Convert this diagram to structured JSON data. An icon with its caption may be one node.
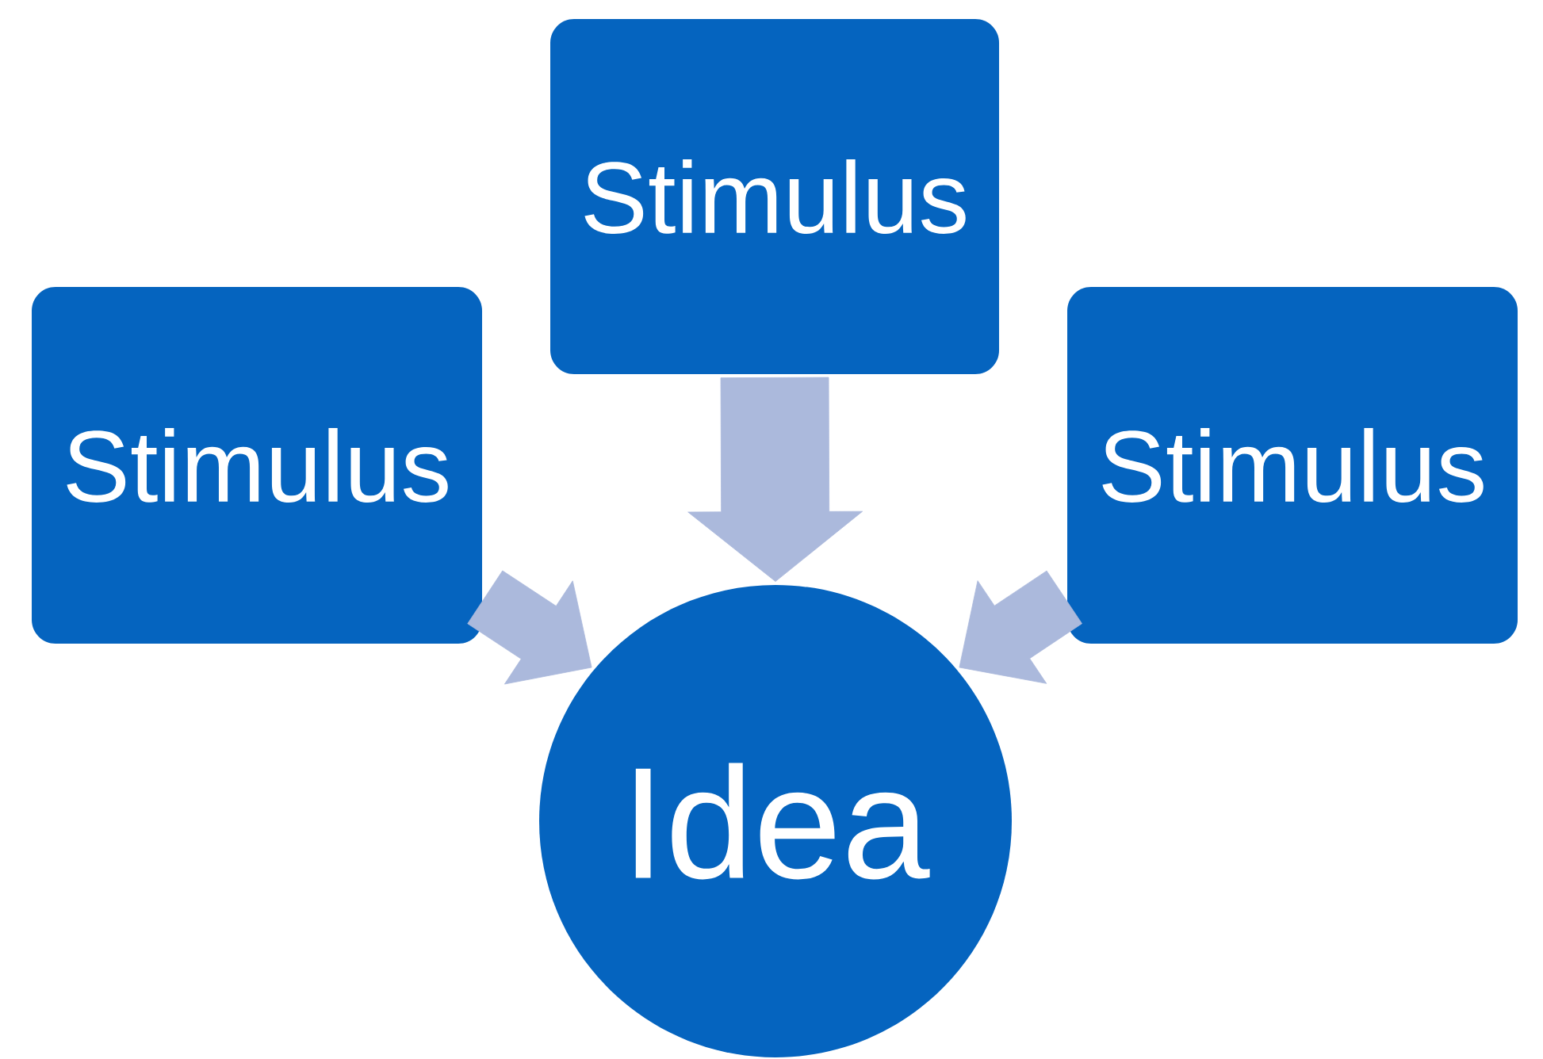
{
  "diagram": {
    "nodes": [
      {
        "text": [
          "Stimulus"
        ]
      },
      {
        "text": [
          "Stimulus"
        ]
      },
      {
        "text": [
          "Stimulus"
        ]
      },
      {
        "text": [
          "Idea"
        ]
      }
    ],
    "edges": [
      {
        "from": 0,
        "to": 3,
        "arrow": "to"
      },
      {
        "from": 1,
        "to": 3,
        "arrow": "to"
      },
      {
        "from": 2,
        "to": 3,
        "arrow": "to"
      }
    ]
  }
}
